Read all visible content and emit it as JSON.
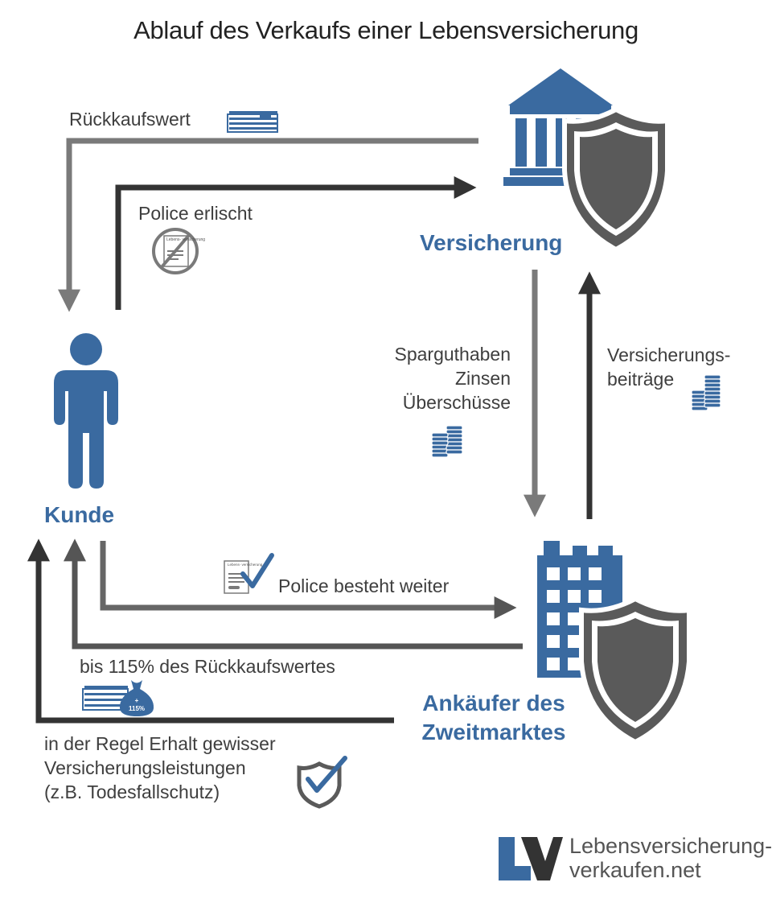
{
  "title": "Ablauf des Verkaufs einer Lebensversicherung",
  "nodes": {
    "insurer": "Versicherung",
    "customer": "Kunde",
    "buyer_line1": "Ankäufer des",
    "buyer_line2": "Zweitmarktes"
  },
  "flows": {
    "surrender_value": "Rückkaufswert",
    "policy_lapses": "Police erlischt",
    "savings_lines": [
      "Sparguthaben",
      "Zinsen",
      "Überschüsse"
    ],
    "premium_lines": [
      "Versicherungs-",
      "beiträge"
    ],
    "policy_continues": "Police besteht weiter",
    "up_to_115": "bis 115% des Rückkaufswertes",
    "benefits_lines": [
      "in der Regel Erhalt gewisser",
      "Versicherungsleistungen",
      "(z.B. Todesfallschutz)"
    ]
  },
  "icons": {
    "policy_doc_text": "Lebens-\nversicherung",
    "money_bag_text": "+\n115%"
  },
  "brand": {
    "logo_letters": "LV",
    "line1": "Lebensversicherung-",
    "line2": "verkaufen.net"
  },
  "colors": {
    "blue": "#3a6aa0",
    "dark_gray": "#333333",
    "mid_gray": "#777777",
    "light_gray": "#8a8a8a",
    "shield": "#5a5a5a"
  }
}
